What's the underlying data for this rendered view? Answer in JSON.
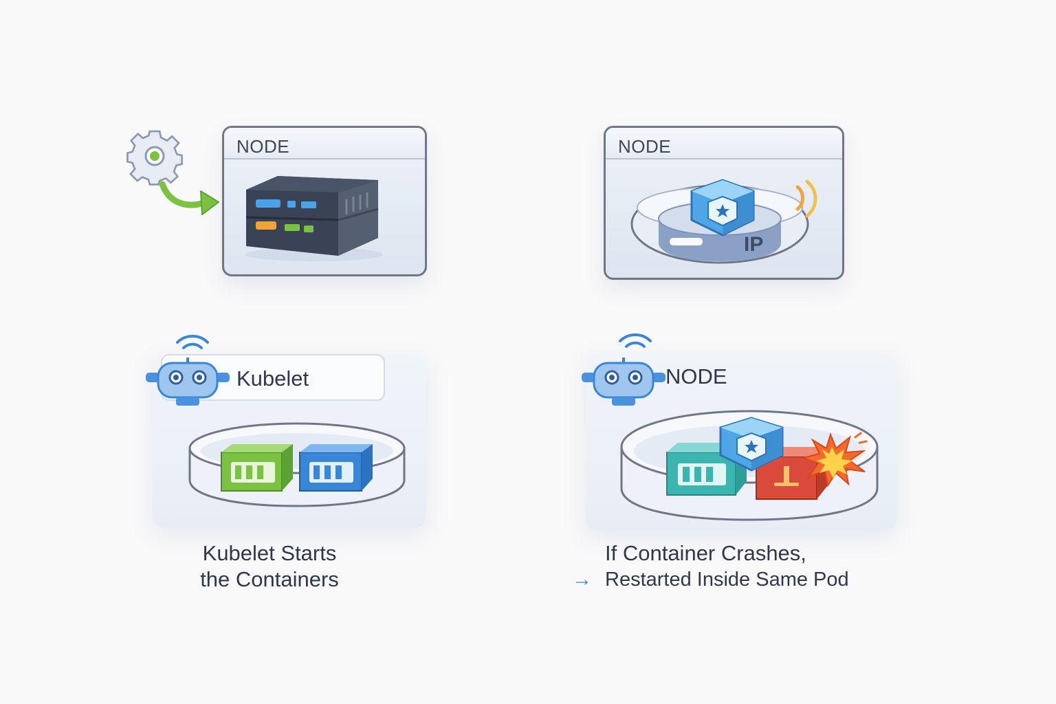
{
  "panels": {
    "top_left": {
      "title": "NODE"
    },
    "top_right": {
      "title": "NODE",
      "ip_label": "IP"
    },
    "bottom_left": {
      "label": "Kubelet",
      "caption_line1": "Kubelet Starts",
      "caption_line2": "the Containers"
    },
    "bottom_right": {
      "title": "NODE",
      "caption_line1": "If Container Crashes,",
      "caption_arrow": "→",
      "caption_line2": "Restarted Inside Same Pod"
    }
  },
  "icons": [
    "gear-icon",
    "curved-arrow-icon",
    "server-icon",
    "pod-disk-icon",
    "cube-icon",
    "signal-icon",
    "robot-icon",
    "wifi-icon",
    "container-icon",
    "explosion-icon"
  ],
  "colors": {
    "green": "#7cc242",
    "blue": "#3a86d6",
    "teal": "#3bb5b0",
    "red": "#d94a3a",
    "frame": "#6f7786"
  }
}
